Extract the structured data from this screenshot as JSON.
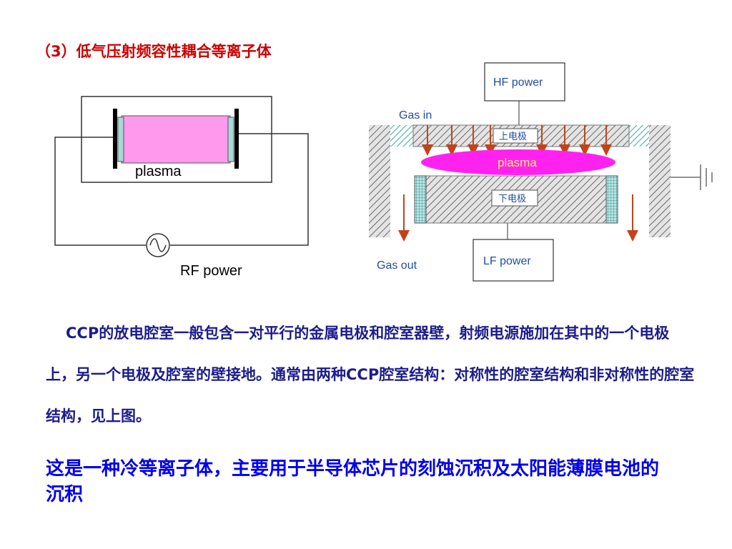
{
  "title": "（3）低气压射频容性耦合等离子体",
  "left_diagram": {
    "plasma_label": "plasma",
    "power_label": "RF power",
    "plasma_color": "#ff99ee"
  },
  "right_diagram": {
    "hf_power_label": "HF power",
    "lf_power_label": "LF power",
    "gas_in_label": "Gas in",
    "gas_out_label": "Gas out",
    "upper_electrode_label": "上电极",
    "lower_electrode_label": "下电极",
    "plasma_label": "plasma",
    "plasma_color": "#ff22ee",
    "gas_label_color": "#1f4e9e",
    "arrow_color": "#c0441a"
  },
  "paragraph": "CCP的放电腔室一般包含一对平行的金属电极和腔室器壁，射频电源施加在其中的一个电极上，另一个电极及腔室的壁接地。通常由两种CCP腔室结构：对称性的腔室结构和非对称性的腔室结构，见上图。",
  "note": "这是一种冷等离子体，主要用于半导体芯片的刻蚀沉积及太阳能薄膜电池的沉积"
}
